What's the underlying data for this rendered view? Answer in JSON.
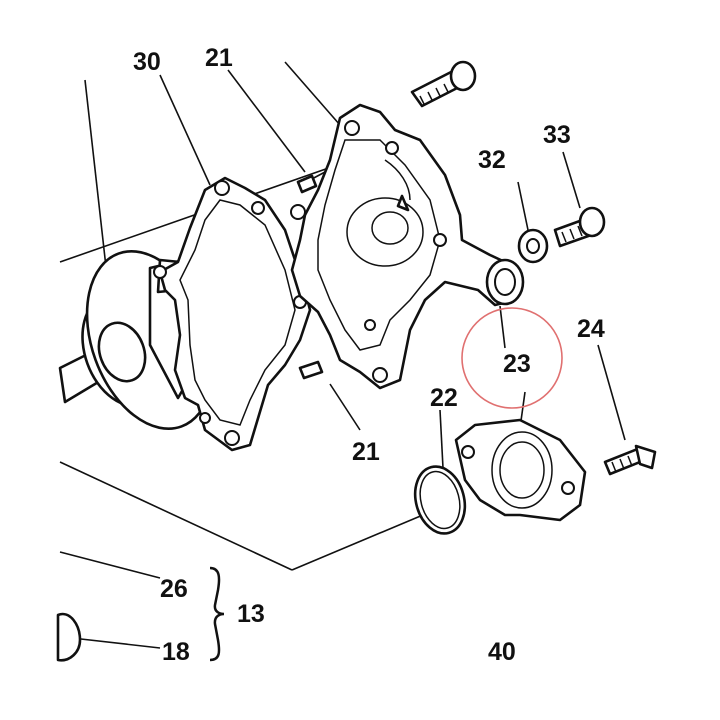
{
  "labels": {
    "l30": "30",
    "l21_top": "21",
    "l33": "33",
    "l32": "32",
    "l24": "24",
    "l23": "23",
    "l22": "22",
    "l21_bottom": "21",
    "l26": "26",
    "l13": "13",
    "l18": "18",
    "l40": "40"
  },
  "highlight": {
    "callout": "23",
    "color": "#e07070"
  },
  "colors": {
    "ink": "#111111",
    "paper": "#ffffff"
  }
}
